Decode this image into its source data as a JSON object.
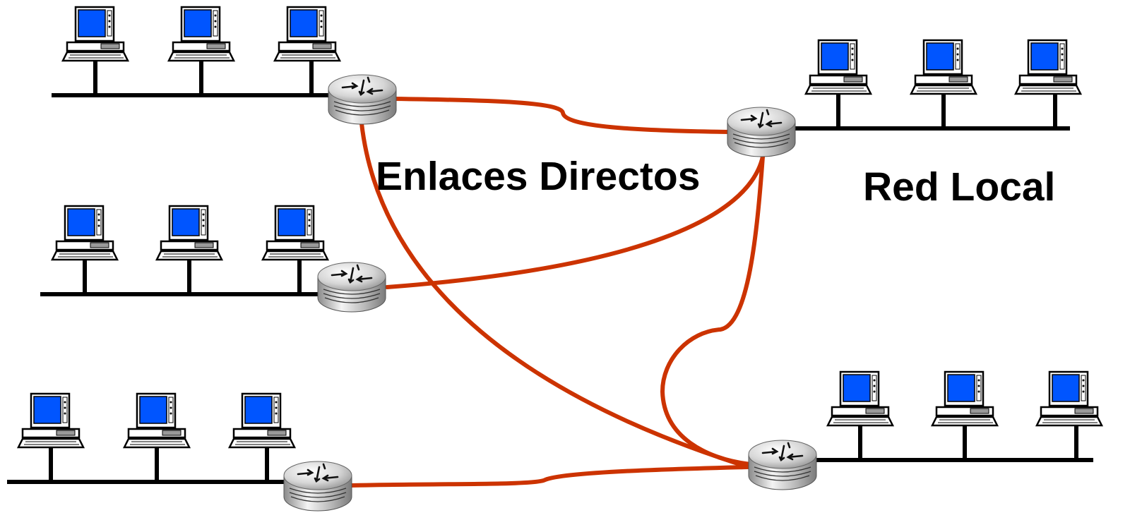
{
  "diagram": {
    "labels": {
      "links": "Enlaces Directos",
      "lan": "Red Local"
    },
    "colors": {
      "link": "#cc3300",
      "screen": "#0055ff",
      "bus": "#000000"
    },
    "icons": {
      "router": "router-icon",
      "computer": "computer-icon"
    },
    "networks": [
      {
        "name": "network-top-left",
        "computers": 3
      },
      {
        "name": "network-mid-left",
        "computers": 3
      },
      {
        "name": "network-bottom-left",
        "computers": 3
      },
      {
        "name": "network-top-right",
        "computers": 3
      },
      {
        "name": "network-bottom-right",
        "computers": 3
      }
    ]
  }
}
